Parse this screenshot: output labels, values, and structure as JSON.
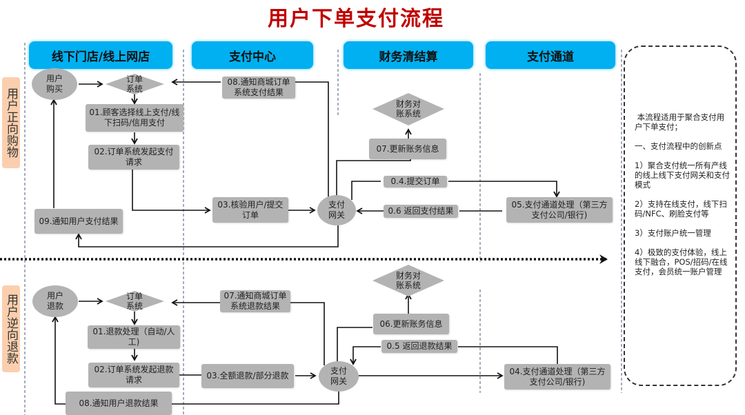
{
  "title": "用户下单支付流程",
  "lanes": [
    "线下门店/线上网店",
    "支付中心",
    "财务清结算",
    "支付通道"
  ],
  "sections": {
    "forward": "用户正向购物",
    "reverse": "用户逆向退款"
  },
  "forward": {
    "user_buy": "用户\n购买",
    "order_system": "订单\n系统",
    "step01": "01.顾客选择线上支付/线下扫码/信用支付",
    "step02": "02.订单系统发起支付请求",
    "step03": "03.核验用户/提交订单",
    "gateway": "支付\n网关",
    "step04": "0.4.提交订单",
    "step05": "05.支付通道处理（第三方支付公司/银行)",
    "step06": "0.6 返回支付结果",
    "step07": "07.更新账务信息",
    "finance_system": "财务对\n账系统",
    "step08": "08.通知商城订单系统支付结果",
    "step09": "09.通知用户支付结果"
  },
  "reverse": {
    "user_refund": "用户\n退款",
    "order_system": "订单\n系统",
    "step01": "01.退款处理（自动/人工)",
    "step02": "02.订单系统发起退款请求",
    "step03": "03.全额退款/部分退款",
    "gateway": "支付\n网关",
    "step04": "04.支付通道处理（第三方支付公司/银行)",
    "step05": "0.5 返回退款结果",
    "step06": "06.更新账务信息",
    "finance_system": "财务对\n账系统",
    "step07": "07.通知商城订单系统退款结果",
    "step08": "08.通知用户退款结果"
  },
  "note": " 本流程适用于聚合支付用户下单支付；\n\n一、支付流程中的创新点\n\n1）聚合支付统一所有产线的线上线下支付网关和支付模式\n\n2）支持在线支付，线下扫码/NFC、刷脸支付等\n\n3）支付账户统一管理\n\n4）极致的支付体验，线上线下融合，POS/招码/在线支付，会员统一账户管理",
  "colors": {
    "title": "#c00000",
    "lane_header": "#00b0f0",
    "node": "#b3b3b3",
    "side_label": "#fbcfae"
  }
}
